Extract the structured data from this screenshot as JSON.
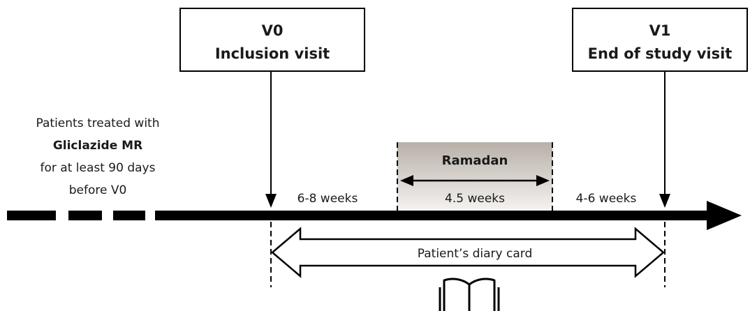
{
  "visits": {
    "v0": {
      "code": "V0",
      "label": "Inclusion visit"
    },
    "v1": {
      "code": "V1",
      "label": "End of study visit"
    }
  },
  "patients_note": {
    "line1": "Patients treated with",
    "line2": "Gliclazide MR",
    "line3": "for at least 90 days",
    "line4": "before V0"
  },
  "ramadan": {
    "label": "Ramadan",
    "duration": "4.5 weeks"
  },
  "periods": {
    "before": "6-8 weeks",
    "after": "4-6 weeks"
  },
  "diary": {
    "label": "Patient’s diary card",
    "icon": "open-book-icon"
  },
  "colors": {
    "line": "#000000",
    "ramadan_top": "#b8b0a8",
    "ramadan_bottom": "#f4f2f0"
  }
}
